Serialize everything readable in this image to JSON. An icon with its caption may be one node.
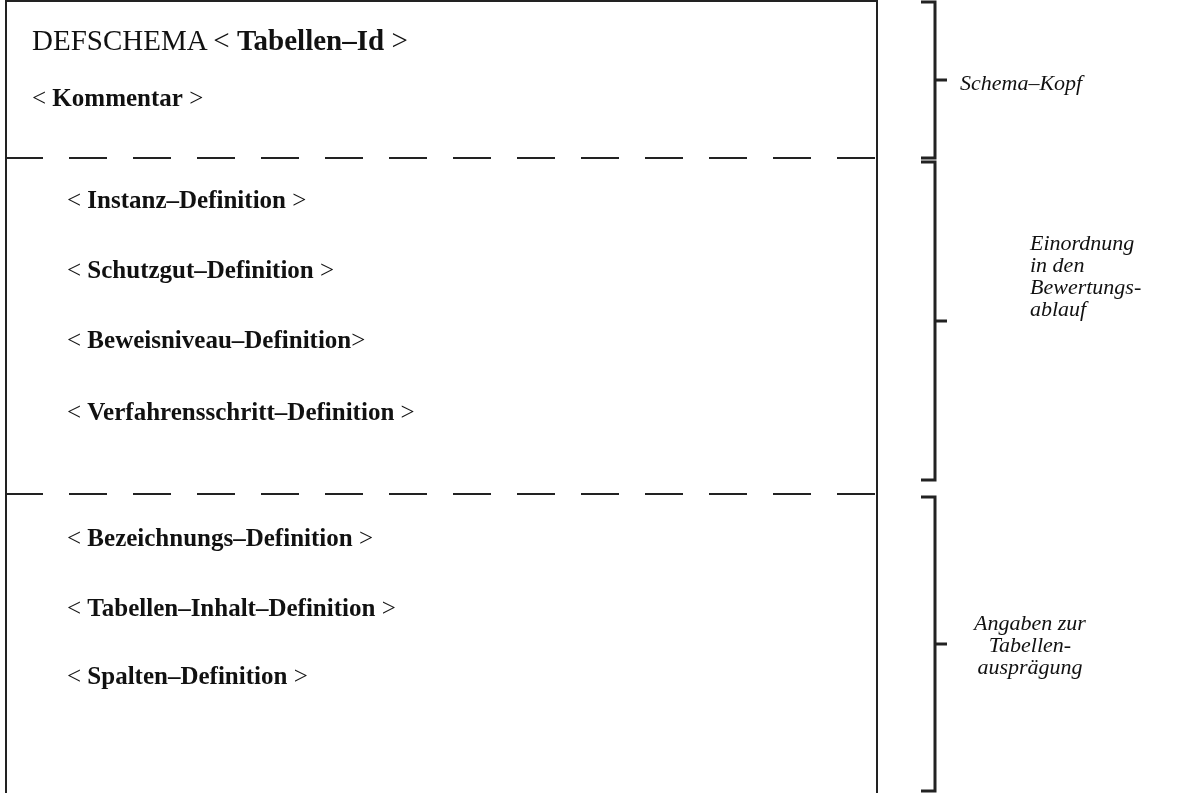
{
  "diagram": {
    "nodes": [
      {
        "text": [
          "DEFSCHEMA < **Tabellen–Id** >",
          "< **Kommentar** >"
        ]
      },
      {
        "text": [
          "< **Instanz–Definition** >",
          "< **Schutzgut–Definition** >",
          "< **Beweisniveau–Definition**>",
          "< **Verfahrensschritt–Definition** >"
        ]
      },
      {
        "text": [
          "< **Bezeichnungs–Definition** >",
          "< **Tabellen–Inhalt–Definition** >",
          "< **Spalten–Definition** >"
        ]
      }
    ],
    "labels": [
      "Schema–Kopf",
      "Einordnung in den Bewertungs- ablauf",
      "Angaben zur Tabellen- ausprägung"
    ]
  }
}
